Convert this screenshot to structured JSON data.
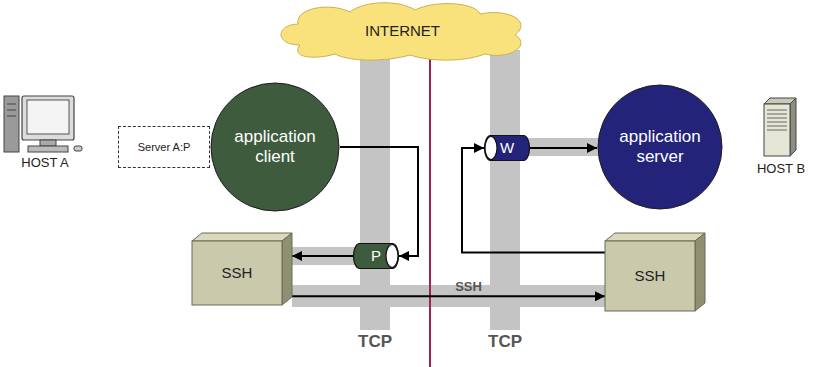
{
  "diagram": {
    "nodes": [
      {
        "text": [
          "INTERNET"
        ]
      },
      {
        "text": [
          "Server A:P"
        ]
      },
      {
        "text": [
          "application client"
        ]
      },
      {
        "text": [
          "W"
        ]
      },
      {
        "text": [
          "application server"
        ]
      },
      {
        "text": [
          "P"
        ]
      },
      {
        "text": [
          "SSH"
        ]
      },
      {
        "text": [
          "SSH"
        ]
      }
    ],
    "edges": [
      {
        "from": 2,
        "to": 5,
        "arrow": "to"
      },
      {
        "from": 5,
        "to": 6,
        "arrow": "to"
      },
      {
        "from": 6,
        "to": 7,
        "label": "SSH",
        "arrow": "to"
      },
      {
        "from": 7,
        "to": 3,
        "arrow": "to"
      },
      {
        "from": 3,
        "to": 4,
        "arrow": "to"
      }
    ],
    "labels": [
      "HOST A",
      "HOST B",
      "TCP",
      "TCP"
    ]
  }
}
